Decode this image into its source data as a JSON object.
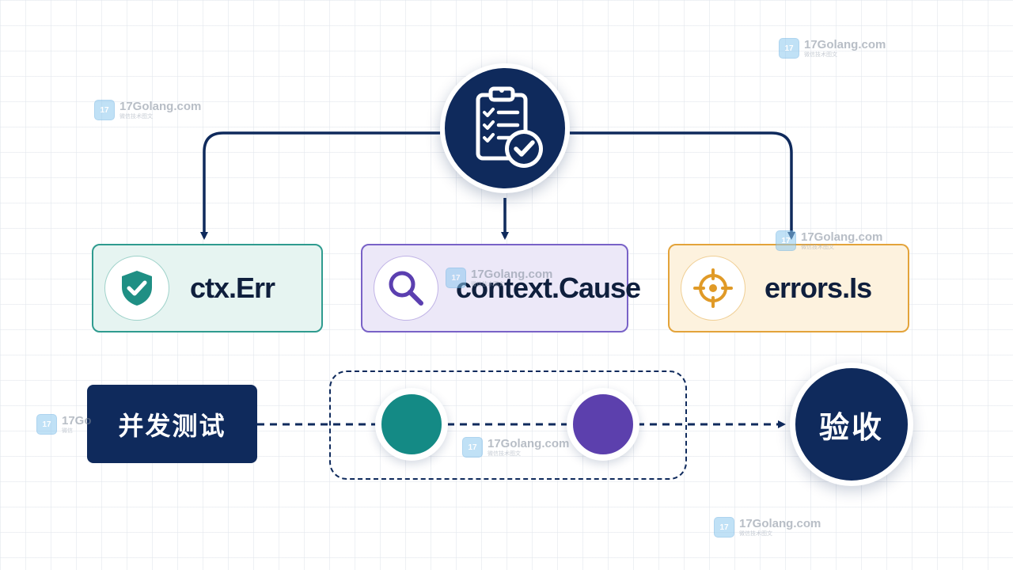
{
  "diagram": {
    "top_node": {
      "icon": "clipboard-check-icon",
      "colors": {
        "fill": "#0f2a5c",
        "check": "#ffffff"
      }
    },
    "cards": [
      {
        "label": "ctx.Err",
        "icon": "shield-check-icon",
        "color": "#1f8f84",
        "border": "#2f9b8f",
        "background": "#e6f4f1"
      },
      {
        "label": "context.Cause",
        "icon": "magnifier-icon",
        "color": "#5b3fb0",
        "border": "#7962c7",
        "background": "#ece8f8"
      },
      {
        "label": "errors.Is",
        "icon": "crosshair-icon",
        "color": "#e09a27",
        "border": "#e3a33a",
        "background": "#fdf2de"
      }
    ],
    "flow": {
      "start_label": "并发测试",
      "end_label": "验收",
      "nodes": [
        {
          "color": "#148a85"
        },
        {
          "color": "#5c40ad"
        }
      ],
      "line_color": "#0f2a5c"
    }
  },
  "watermarks": [
    {
      "site": "17Golang.com",
      "tagline": "微信技术图文",
      "logo": "17golang-logo"
    },
    {
      "site": "17Golang.com",
      "tagline": "微信技术图文",
      "logo": "17golang-logo"
    },
    {
      "site": "17Golang.com",
      "tagline": "微信技术图文",
      "logo": "17golang-logo"
    },
    {
      "site": "17Golang.com",
      "tagline": "微信技术图文",
      "logo": "17golang-logo"
    },
    {
      "site": "17Golang.com",
      "tagline": "微信技术图文",
      "logo": "17golang-logo"
    },
    {
      "site": "17Go",
      "tagline": "微信",
      "logo": "17golang-logo"
    },
    {
      "site": "17Golang.com",
      "tagline": "微信技术图文",
      "logo": "17golang-logo"
    }
  ]
}
